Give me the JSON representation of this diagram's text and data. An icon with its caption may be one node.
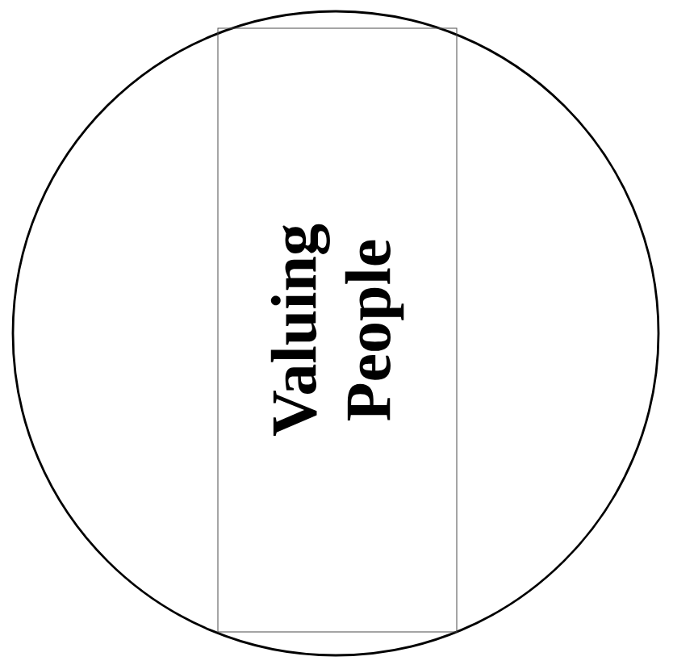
{
  "diagram": {
    "nodes": [
      {
        "text": [],
        "shape": "circle"
      },
      {
        "text": [
          "Valuing People"
        ],
        "in": 0
      }
    ]
  }
}
